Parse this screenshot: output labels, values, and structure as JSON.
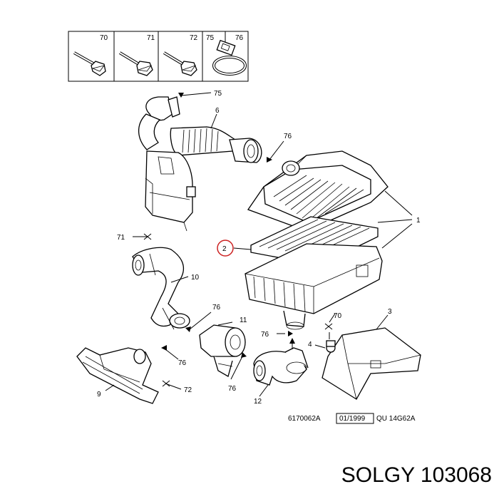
{
  "fastener_box_labels": [
    "70",
    "71",
    "72",
    "75",
    "76"
  ],
  "part_labels": {
    "p75_top": "75",
    "p6": "6",
    "p76_a": "76",
    "p1": "1",
    "p71": "71",
    "p2": "2",
    "p10": "10",
    "p76_b": "76",
    "p11": "11",
    "p70": "70",
    "p3": "3",
    "p76_c": "76",
    "p4": "4",
    "p76_d": "76",
    "p9": "9",
    "p72": "72",
    "p76_e": "76",
    "p12": "12"
  },
  "reference": {
    "code": "6170062A",
    "date": "01/1999",
    "qu": "QU 14G62A"
  },
  "brand_text": "SOLGY 103068",
  "colors": {
    "highlight_circle": "#cc2222",
    "ink": "#000000"
  }
}
